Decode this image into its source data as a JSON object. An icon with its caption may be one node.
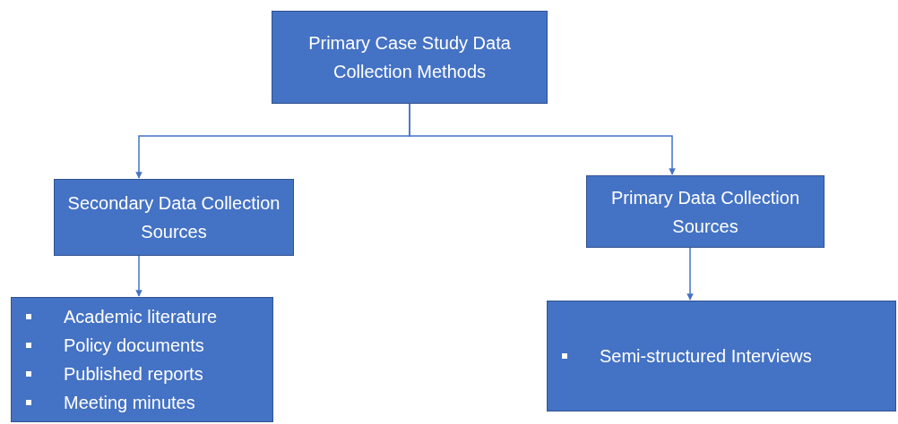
{
  "diagram": {
    "nodes": [
      {
        "text": [
          "Primary Case Study Data Collection Methods"
        ]
      },
      {
        "text": [
          "Secondary Data Collection Sources"
        ]
      },
      {
        "text": [
          "Primary Data Collection Sources"
        ]
      },
      {
        "text": [
          "Academic literature",
          "Policy documents",
          "Published reports",
          "Meeting minutes"
        ]
      },
      {
        "text": [
          "Semi-structured Interviews"
        ]
      }
    ],
    "edges": [
      {
        "from": 0,
        "to": 1,
        "arrow": "to"
      },
      {
        "from": 0,
        "to": 2,
        "arrow": "to"
      },
      {
        "from": 1,
        "to": 3,
        "arrow": "to"
      },
      {
        "from": 2,
        "to": 4,
        "arrow": "to"
      }
    ]
  }
}
